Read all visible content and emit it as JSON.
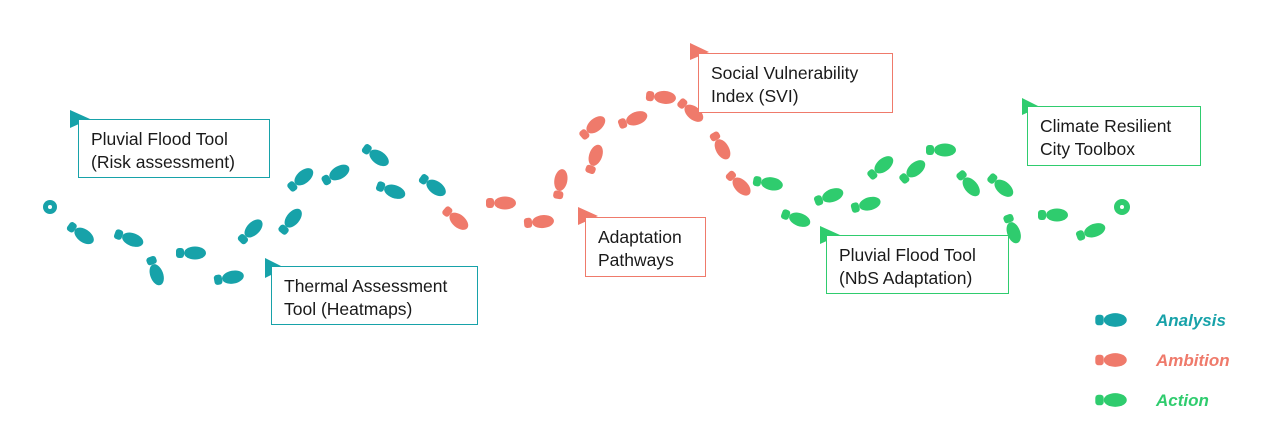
{
  "colors": {
    "analysis": "#17a2a9",
    "ambition": "#ef7a6b",
    "action": "#2fcc6e"
  },
  "stages": {
    "pluvial_flood_risk": {
      "line1": "Pluvial Flood Tool",
      "line2": "(Risk assessment)"
    },
    "thermal_assessment": {
      "line1": "Thermal Assessment",
      "line2": "Tool (Heatmaps)"
    },
    "social_vulnerability": {
      "line1": "Social Vulnerability",
      "line2": "Index (SVI)"
    },
    "adaptation_pathways": {
      "line1": "Adaptation",
      "line2": "Pathways"
    },
    "pluvial_flood_nbs": {
      "line1": "Pluvial Flood Tool",
      "line2": "(NbS Adaptation)"
    },
    "climate_resilient_toolbox": {
      "line1": "Climate Resilient",
      "line2": "City Toolbox"
    }
  },
  "legend": {
    "analysis": "Analysis",
    "ambition": "Ambition",
    "action": "Action"
  }
}
